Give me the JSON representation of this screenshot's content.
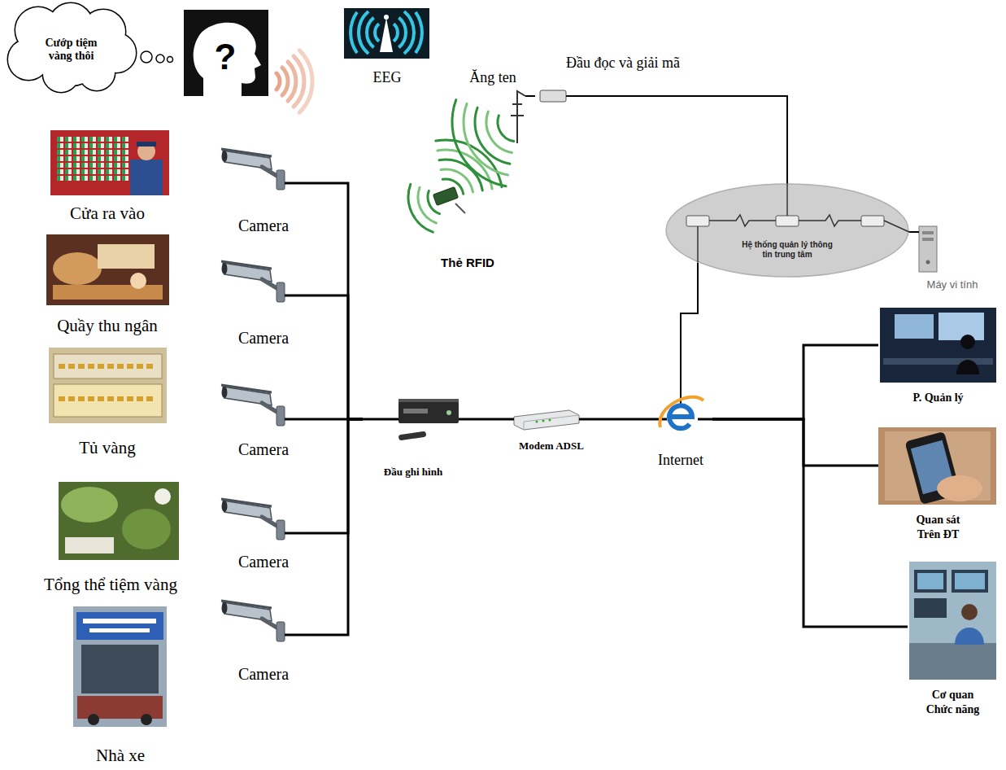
{
  "diagram": {
    "nodes": [
      {
        "text": [
          "Cướp tiệm vàng thôi"
        ]
      },
      {
        "text": [
          "Ăng ten"
        ]
      },
      {
        "text": [
          "Đầu đọc và giải mã"
        ]
      },
      {
        "text": [
          "Hệ thống quản lý thông tin trung tâm"
        ]
      },
      {
        "text": [
          "Máy vi tính"
        ]
      },
      {
        "text": [
          "Camera"
        ]
      },
      {
        "text": [
          "Camera"
        ]
      },
      {
        "text": [
          "Camera"
        ]
      },
      {
        "text": [
          "Camera"
        ]
      },
      {
        "text": [
          "Camera"
        ]
      },
      {
        "text": [
          "Đầu ghi hình"
        ]
      },
      {
        "text": [
          "Modem ADSL"
        ]
      },
      {
        "text": [
          "Internet"
        ]
      },
      {
        "text": [
          "P. Quản lý"
        ]
      },
      {
        "text": [
          "Quan sát Trên ĐT"
        ]
      },
      {
        "text": [
          "Cơ quan Chức năng"
        ]
      }
    ],
    "edges": [
      {
        "from": 1,
        "to": 2,
        "arrow": "none"
      },
      {
        "from": 2,
        "to": 3,
        "arrow": "none"
      },
      {
        "from": 3,
        "to": 4,
        "arrow": "none"
      },
      {
        "from": 5,
        "to": 10,
        "arrow": "none"
      },
      {
        "from": 6,
        "to": 10,
        "arrow": "none"
      },
      {
        "from": 7,
        "to": 10,
        "arrow": "none"
      },
      {
        "from": 8,
        "to": 10,
        "arrow": "none"
      },
      {
        "from": 9,
        "to": 10,
        "arrow": "none"
      },
      {
        "from": 10,
        "to": 11,
        "arrow": "none"
      },
      {
        "from": 11,
        "to": 12,
        "arrow": "none"
      },
      {
        "from": 12,
        "to": 3,
        "arrow": "none"
      },
      {
        "from": 12,
        "to": 13,
        "arrow": "none"
      },
      {
        "from": 12,
        "to": 14,
        "arrow": "none"
      },
      {
        "from": 12,
        "to": 15,
        "arrow": "none"
      }
    ],
    "labels": [
      "?",
      "EEG",
      "Thẻ RFID",
      "Cửa ra vào",
      "Quầy thu ngân",
      "Tủ vàng",
      "Tổng thể tiệm vàng",
      "Nhà xe"
    ]
  }
}
